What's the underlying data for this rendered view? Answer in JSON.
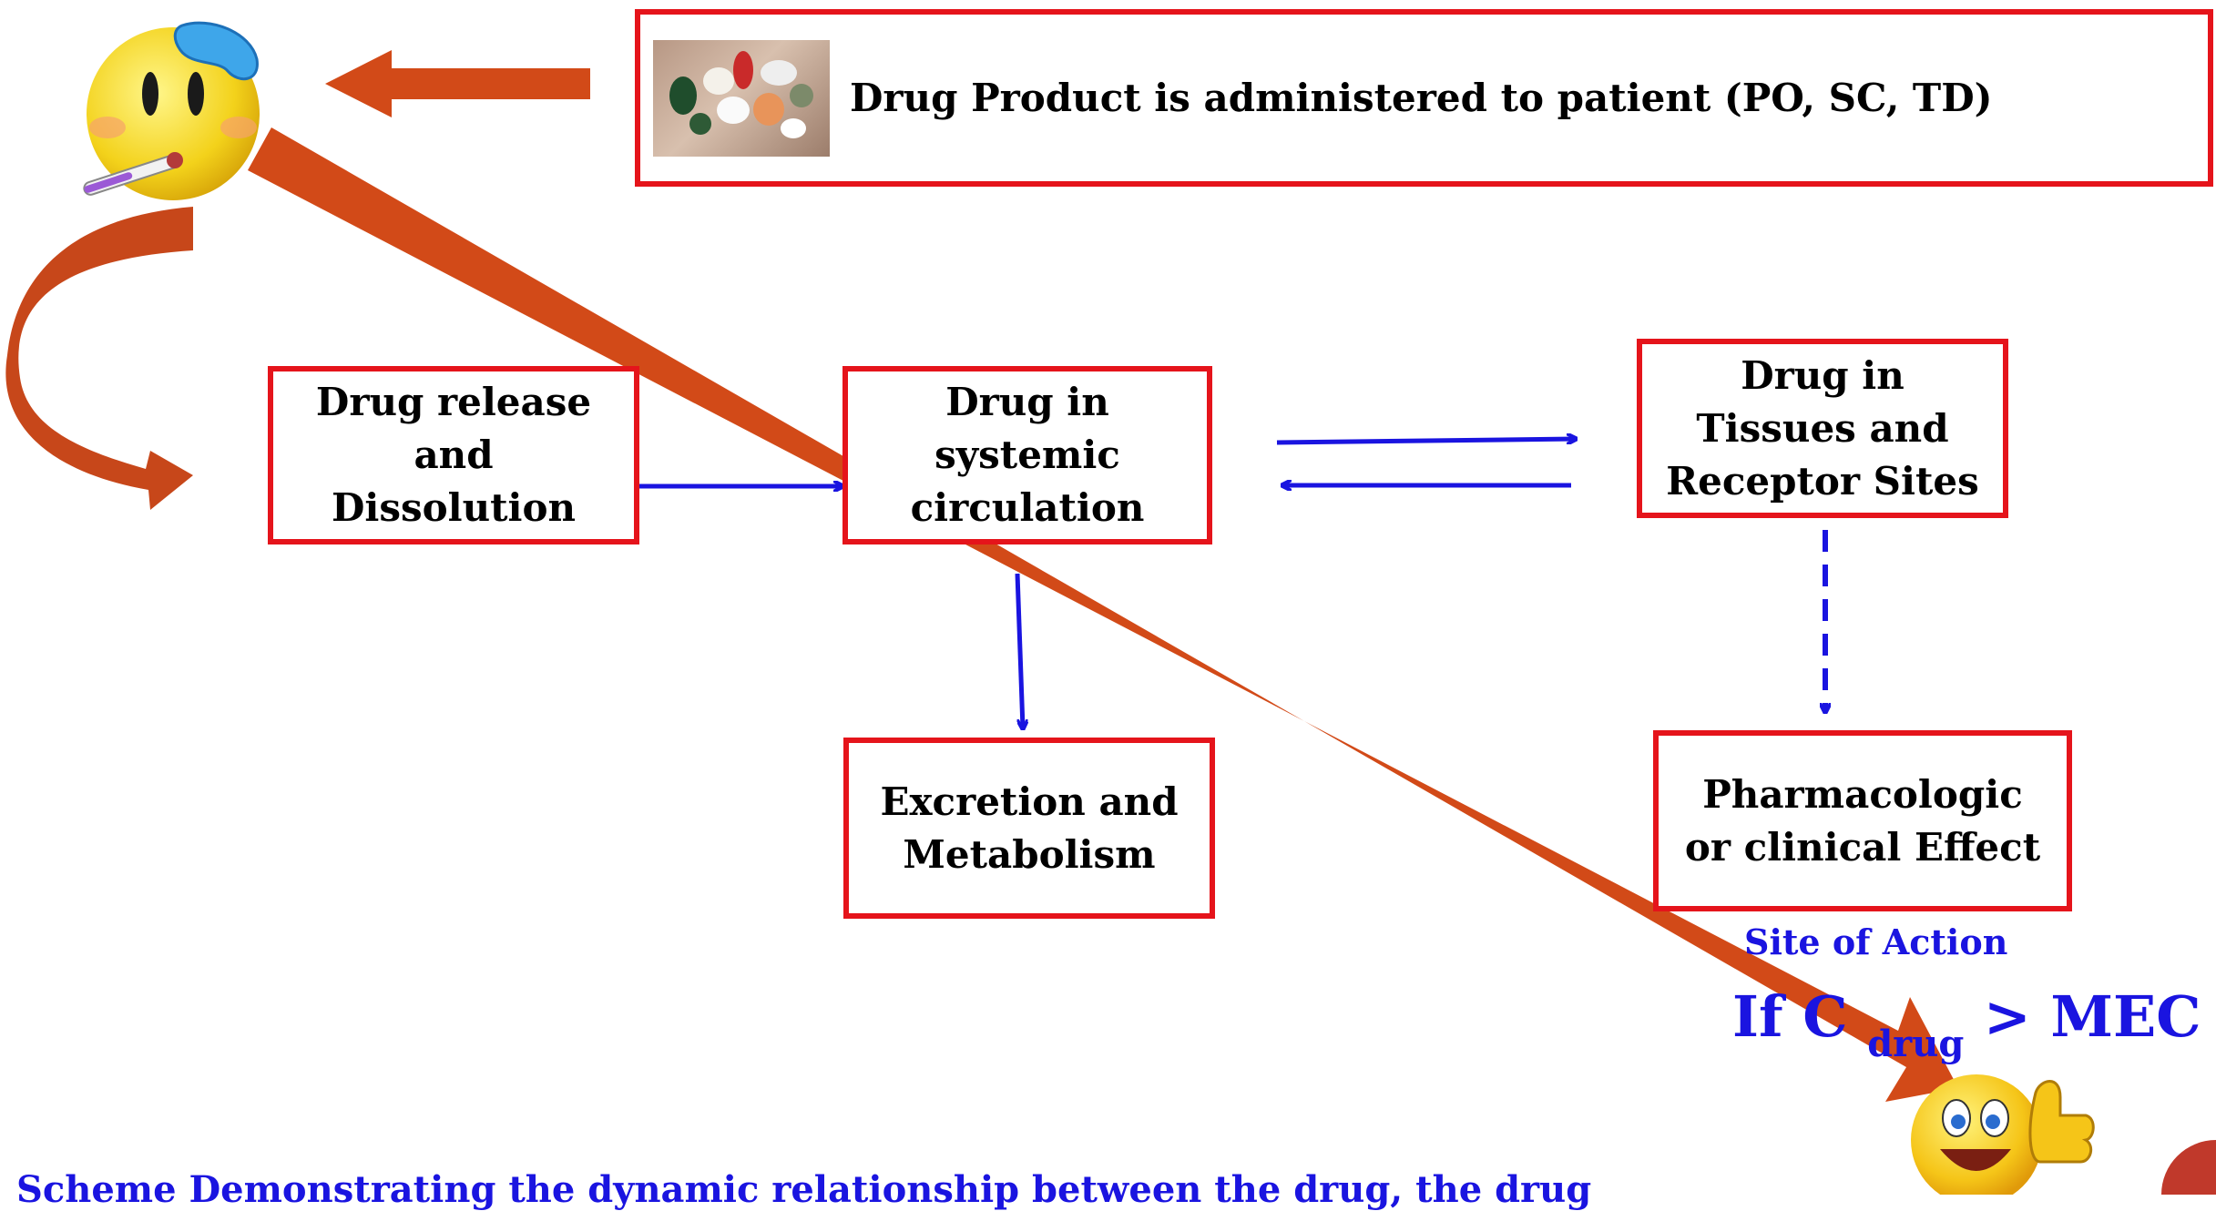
{
  "diagram": {
    "top_box": {
      "text": "Drug Product is administered to patient (PO, SC, TD)",
      "icon": "pills-photo"
    },
    "boxes": {
      "release": "Drug release and Dissolution",
      "systemic": "Drug in systemic circulation",
      "tissues": "Drug in Tissues and Receptor Sites",
      "excretion": "Excretion and Metabolism",
      "effect": "Pharmacologic or clinical Effect"
    },
    "site_of_action": "Site of Action",
    "condition": {
      "prefix": "If C",
      "subscript": "drug",
      "suffix": "> MEC"
    },
    "caption": "Scheme Demonstrating the dynamic relationship between the drug, the drug",
    "icons": {
      "sick_face": "sick-emoji-icon",
      "happy_face": "thumbs-up-emoji-icon"
    },
    "colors": {
      "box_border": "#e5141b",
      "big_arrow": "#d24a18",
      "flow_arrow": "#1a14e0"
    }
  }
}
